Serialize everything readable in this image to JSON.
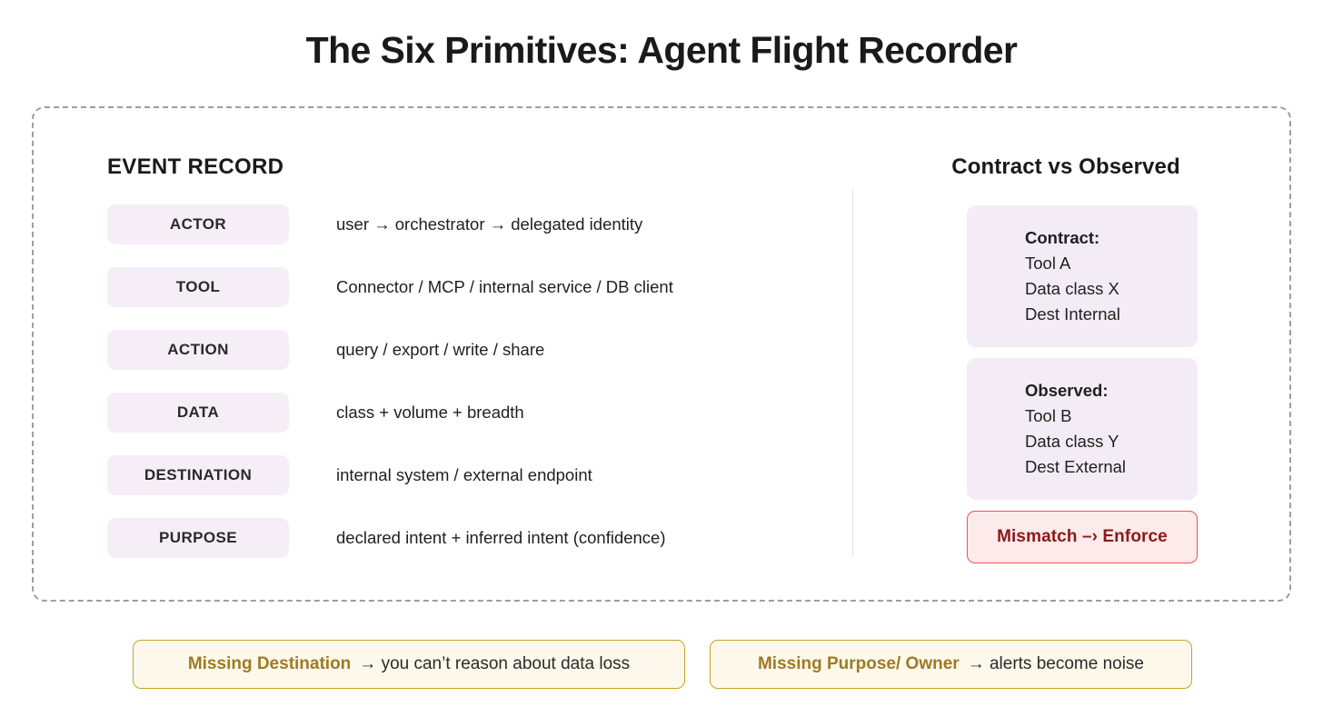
{
  "title": "The Six Primitives: Agent Flight Recorder",
  "left": {
    "heading": "EVENT RECORD",
    "primitives": [
      {
        "label": "ACTOR",
        "desc": "user → orchestrator → delegated identity"
      },
      {
        "label": "TOOL",
        "desc": "Connector / MCP / internal service / DB client"
      },
      {
        "label": "ACTION",
        "desc": "query / export / write / share"
      },
      {
        "label": "DATA",
        "desc": "class + volume + breadth"
      },
      {
        "label": "DESTINATION",
        "desc": "internal system / external endpoint"
      },
      {
        "label": "PURPOSE",
        "desc": "declared intent + inferred intent (confidence)"
      }
    ]
  },
  "right": {
    "heading": "Contract vs Observed",
    "contract": {
      "title": "Contract:",
      "line1": "Tool A",
      "line2": "Data class X",
      "line3": "Dest Internal"
    },
    "observed": {
      "title": "Observed:",
      "line1": "Tool B",
      "line2": "Data class Y",
      "line3": "Dest External"
    },
    "mismatch_badge": "Mismatch –› Enforce"
  },
  "callouts": [
    {
      "strong": "Missing Destination",
      "rest": "→ you can’t reason about data loss"
    },
    {
      "strong": "Missing Purpose/ Owner",
      "rest": "→ alerts become noise"
    }
  ],
  "colors": {
    "pill_bg": "#f5eef7",
    "card_bg": "#f3ecf6",
    "mismatch_bg": "#fdeaea",
    "mismatch_border": "#ef5350",
    "mismatch_text": "#8b1a1a",
    "callout_bg": "#fdf8ec",
    "callout_border": "#c9a227",
    "callout_strong_text": "#9e7b21",
    "dashed_border": "#9e9e9e",
    "divider": "#e3e3e3"
  }
}
